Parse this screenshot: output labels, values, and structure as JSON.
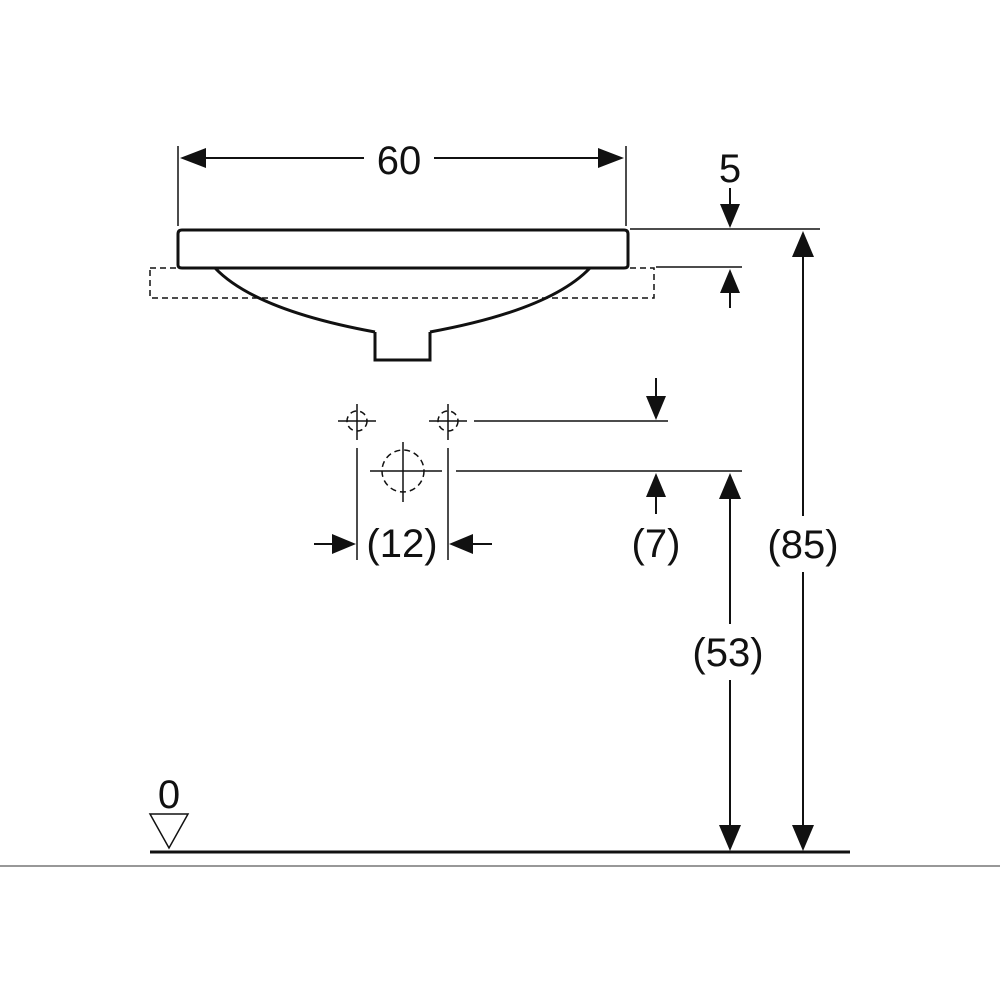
{
  "dimensions": {
    "width": "60",
    "rim_thickness": "5",
    "tap_spacing": "(12)",
    "drain_offset": "(7)",
    "drain_height": "(53)",
    "total_height": "(85)",
    "floor_level": "0"
  },
  "colors": {
    "line": "#111111",
    "background": "#ffffff"
  }
}
